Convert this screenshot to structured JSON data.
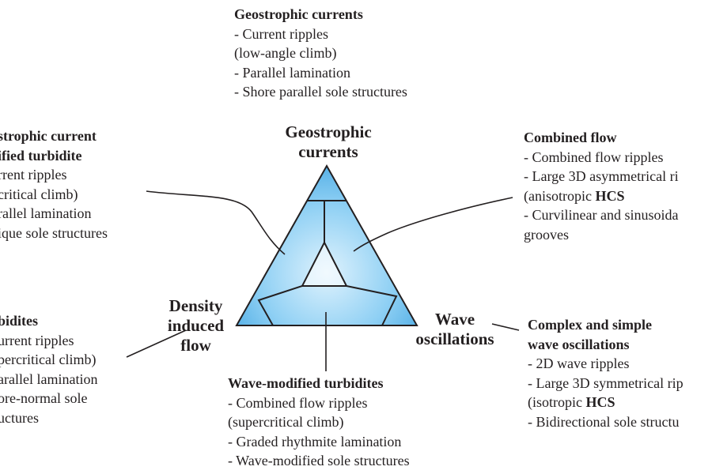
{
  "colors": {
    "triangle_outer": "#1a8fd8",
    "triangle_inner": "#dff2fd",
    "stroke": "#231f20",
    "text": "#231f20"
  },
  "vertices": {
    "top": [
      "Geostrophic",
      "currents"
    ],
    "left": [
      "Density",
      "induced",
      "flow"
    ],
    "right": [
      "Wave",
      "oscillations"
    ]
  },
  "blocks": {
    "top": {
      "title": "Geostrophic currents",
      "lines": [
        "- Current ripples",
        "(low-angle climb)",
        "- Parallel lamination",
        "- Shore parallel sole structures"
      ]
    },
    "upper_left": {
      "title": [
        "strophic current",
        "ified turbidite"
      ],
      "lines": [
        "rrent ripples",
        "critical climb)",
        "rallel lamination",
        "ique sole structures"
      ]
    },
    "upper_right": {
      "title": "Combined flow",
      "lines": [
        "- Combined flow ripples",
        "- Large 3D asymmetrical ri",
        "(anisotropic ",
        "-  Curvilinear and sinusoida",
        "grooves"
      ],
      "hcs": "HCS"
    },
    "lower_left": {
      "title": "bidites",
      "lines": [
        "urrent ripples",
        "percritical climb)",
        "arallel lamination",
        "ore-normal sole",
        "uctures"
      ]
    },
    "bottom": {
      "title": "Wave-modified turbidites",
      "lines": [
        "- Combined flow ripples",
        "(supercritical climb)",
        "- Graded rhythmite lamination",
        "- Wave-modified sole structures"
      ]
    },
    "lower_right": {
      "title": [
        "Complex and simple",
        "wave oscillations"
      ],
      "lines": [
        "- 2D wave ripples",
        "- Large 3D symmetrical rip",
        "(isotropic ",
        "-  Bidirectional sole structu"
      ],
      "hcs": "HCS"
    }
  }
}
